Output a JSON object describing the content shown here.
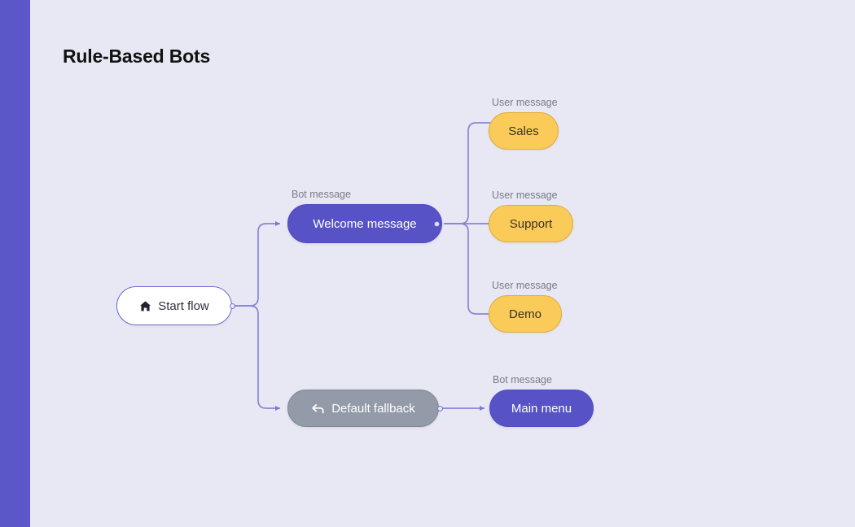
{
  "page": {
    "title": "Rule-Based Bots",
    "background_color": "#e8e8f4",
    "rail_color": "#5b57c8"
  },
  "colors": {
    "accent_purple": "#5753c6",
    "rail_purple": "#5b57c8",
    "edge_purple": "#8985d8",
    "user_yellow": "#fbcb5a",
    "user_yellow_border": "#e0ad3b",
    "fallback_gray": "#939aa8",
    "caption_gray": "#7b7b88",
    "start_border": "#6f6ad0",
    "canvas": "#e8e8f4"
  },
  "captions": {
    "bot_message": "Bot message",
    "user_message": "User message"
  },
  "nodes": {
    "start": {
      "label": "Start flow",
      "icon": "home-icon",
      "type": "start",
      "caption": ""
    },
    "welcome": {
      "label": "Welcome message",
      "icon": "",
      "type": "bot",
      "caption": "Bot message"
    },
    "sales": {
      "label": "Sales",
      "icon": "",
      "type": "user",
      "caption": "User message"
    },
    "support": {
      "label": "Support",
      "icon": "",
      "type": "user",
      "caption": "User message"
    },
    "demo": {
      "label": "Demo",
      "icon": "",
      "type": "user",
      "caption": "User message"
    },
    "fallback": {
      "label": "Default fallback",
      "icon": "reply-arrow-icon",
      "type": "fallback",
      "caption": ""
    },
    "mainmenu": {
      "label": "Main menu",
      "icon": "",
      "type": "bot",
      "caption": "Bot message"
    }
  },
  "edges": [
    {
      "from": "start",
      "to": "welcome",
      "arrow": true
    },
    {
      "from": "start",
      "to": "fallback",
      "arrow": true
    },
    {
      "from": "welcome",
      "to": "sales",
      "arrow": false
    },
    {
      "from": "welcome",
      "to": "support",
      "arrow": false
    },
    {
      "from": "welcome",
      "to": "demo",
      "arrow": false
    },
    {
      "from": "fallback",
      "to": "mainmenu",
      "arrow": true
    }
  ]
}
